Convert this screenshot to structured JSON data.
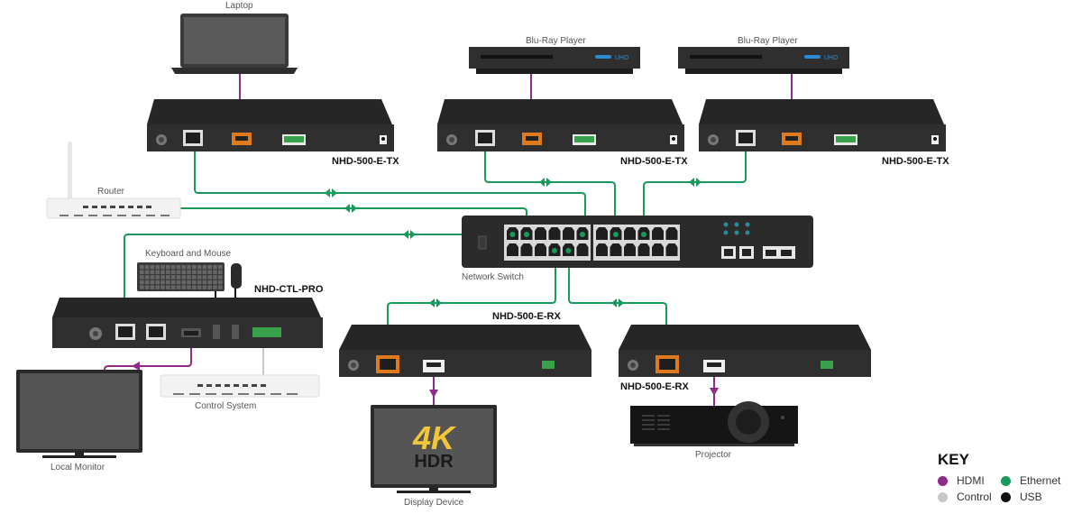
{
  "colors": {
    "hdmi": "#8e2a8b",
    "ethernet": "#1a9a5a",
    "control": "#c8c8c8",
    "usb": "#111111",
    "device_body": "#2f2f2f",
    "hdmi_port_accent": "#e07a1f",
    "terminal_green": "#3aa04a"
  },
  "devices": {
    "laptop": {
      "label": "Laptop",
      "icon": "laptop-icon"
    },
    "bluray1": {
      "label": "Blu-Ray Player",
      "badge": "UHD",
      "icon": "bluray-player-icon"
    },
    "bluray2": {
      "label": "Blu-Ray Player",
      "badge": "UHD",
      "icon": "bluray-player-icon"
    },
    "tx1": {
      "model": "NHD-500-E-TX",
      "icon": "encoder-icon"
    },
    "tx2": {
      "model": "NHD-500-E-TX",
      "icon": "encoder-icon"
    },
    "tx3": {
      "model": "NHD-500-E-TX",
      "icon": "encoder-icon"
    },
    "router": {
      "label": "Router",
      "icon": "router-icon"
    },
    "keyboard_mouse": {
      "label": "Keyboard and Mouse",
      "icon": "keyboard-mouse-icon"
    },
    "controller": {
      "model": "NHD-CTL-PRO",
      "icon": "controller-icon"
    },
    "switch": {
      "label": "Network Switch",
      "icon": "network-switch-icon"
    },
    "rx1": {
      "model": "NHD-500-E-RX",
      "icon": "decoder-icon"
    },
    "rx2": {
      "model": "NHD-500-E-RX",
      "icon": "decoder-icon"
    },
    "control_system": {
      "label": "Control System",
      "icon": "control-system-icon"
    },
    "local_monitor": {
      "label": "Local Monitor",
      "icon": "monitor-icon"
    },
    "display": {
      "label": "Display Device",
      "screen_text_1": "4K",
      "screen_text_2": "HDR",
      "icon": "tv-icon"
    },
    "projector": {
      "label": "Projector",
      "icon": "projector-icon"
    }
  },
  "connections": [
    {
      "from": "Laptop",
      "to": "NHD-500-E-TX (1)",
      "type": "HDMI"
    },
    {
      "from": "Blu-Ray Player (1)",
      "to": "NHD-500-E-TX (2)",
      "type": "HDMI"
    },
    {
      "from": "Blu-Ray Player (2)",
      "to": "NHD-500-E-TX (3)",
      "type": "HDMI"
    },
    {
      "from": "NHD-500-E-TX (1)",
      "to": "Network Switch",
      "type": "Ethernet"
    },
    {
      "from": "NHD-500-E-TX (2)",
      "to": "Network Switch",
      "type": "Ethernet"
    },
    {
      "from": "NHD-500-E-TX (3)",
      "to": "Network Switch",
      "type": "Ethernet"
    },
    {
      "from": "Router",
      "to": "Network Switch",
      "type": "Ethernet"
    },
    {
      "from": "NHD-CTL-PRO",
      "to": "Network Switch",
      "type": "Ethernet"
    },
    {
      "from": "Network Switch",
      "to": "NHD-500-E-RX (1)",
      "type": "Ethernet"
    },
    {
      "from": "Network Switch",
      "to": "NHD-500-E-RX (2)",
      "type": "Ethernet"
    },
    {
      "from": "Keyboard and Mouse",
      "to": "NHD-CTL-PRO",
      "type": "USB"
    },
    {
      "from": "NHD-CTL-PRO",
      "to": "Local Monitor",
      "type": "HDMI"
    },
    {
      "from": "NHD-CTL-PRO",
      "to": "Control System",
      "type": "Control"
    },
    {
      "from": "NHD-500-E-RX (1)",
      "to": "Display Device",
      "type": "HDMI"
    },
    {
      "from": "NHD-500-E-RX (2)",
      "to": "Projector",
      "type": "HDMI"
    }
  ],
  "key": {
    "title": "KEY",
    "items": [
      {
        "label": "HDMI",
        "color": "#8e2a8b"
      },
      {
        "label": "Ethernet",
        "color": "#1a9a5a"
      },
      {
        "label": "Control",
        "color": "#c8c8c8"
      },
      {
        "label": "USB",
        "color": "#111111"
      }
    ]
  }
}
